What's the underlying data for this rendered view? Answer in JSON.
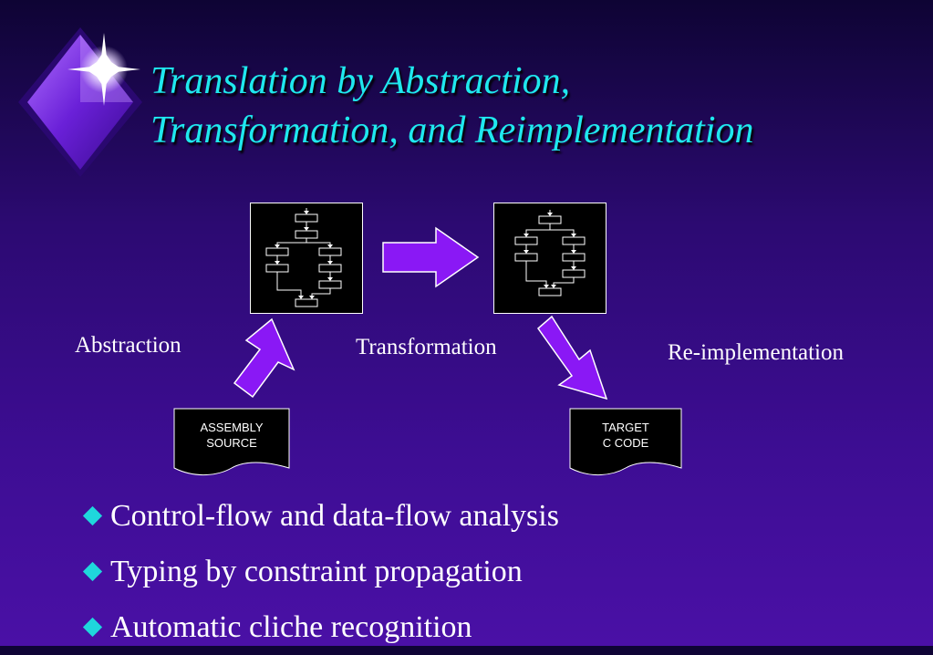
{
  "slide": {
    "title_line1": "Translation by Abstraction,",
    "title_line2": "Transformation, and Reimplementation"
  },
  "diagram": {
    "labels": {
      "abstraction": "Abstraction",
      "transformation": "Transformation",
      "reimplementation": "Re-implementation"
    },
    "source_doc": {
      "line1": "ASSEMBLY",
      "line2": "SOURCE"
    },
    "target_doc": {
      "line1": "TARGET",
      "line2": "C CODE"
    }
  },
  "bullets": [
    "Control-flow and data-flow analysis",
    "Typing by constraint propagation",
    "Automatic cliche recognition"
  ],
  "colors": {
    "title": "#1fe8ee",
    "arrow_fill": "#8a18f5",
    "bullet_diamond": "#1fd7dc",
    "background": "#3d0d93"
  }
}
